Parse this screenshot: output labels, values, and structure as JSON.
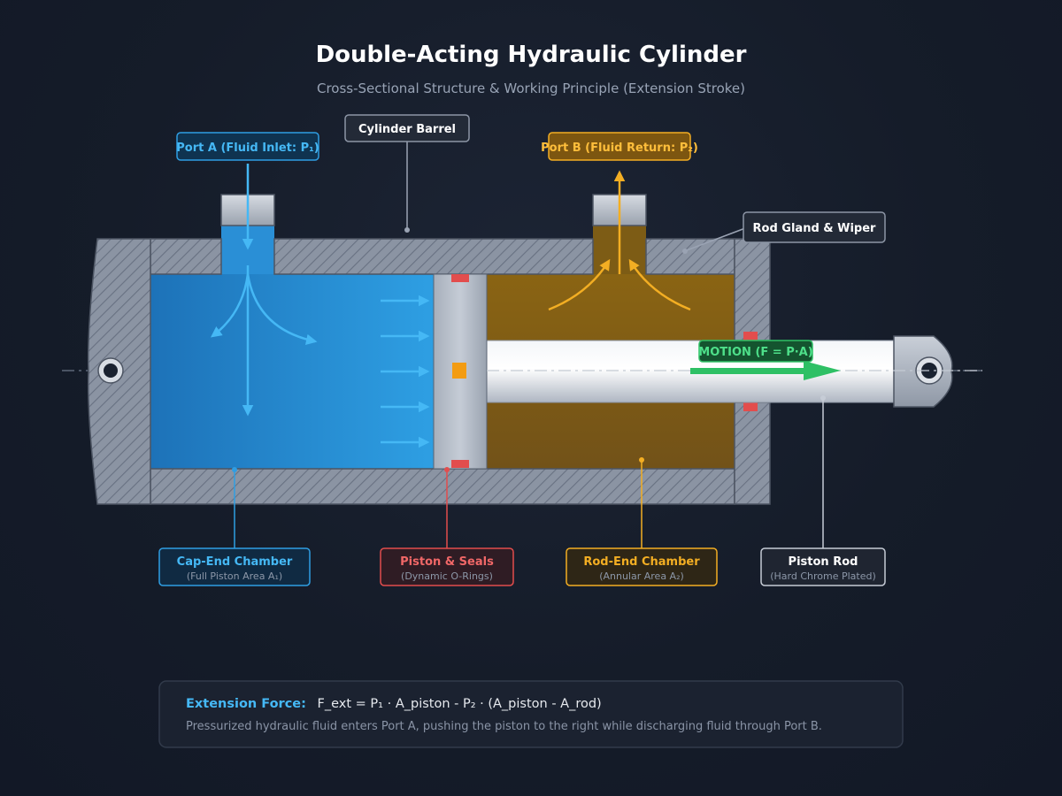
{
  "title": "Double-Acting Hydraulic Cylinder",
  "subtitle": "Cross-Sectional Structure & Working Principle (Extension Stroke)",
  "labels": {
    "port_a": "Port A (Fluid Inlet: P₁)",
    "port_b": "Port B (Fluid Return: P₂)",
    "barrel": "Cylinder Barrel",
    "gland": "Rod Gland & Wiper",
    "motion": "MOTION (F = P·A)",
    "cap_chamber": "Cap-End Chamber",
    "cap_chamber_sub": "(Full Piston Area A₁)",
    "piston": "Piston & Seals",
    "piston_sub": "(Dynamic O-Rings)",
    "rod_chamber": "Rod-End Chamber",
    "rod_chamber_sub": "(Annular Area A₂)",
    "rod": "Piston Rod",
    "rod_sub": "(Hard Chrome Plated)"
  },
  "formula": {
    "label": "Extension Force:",
    "equation": "F_ext = P₁ · A_piston - P₂ · (A_piston - A_rod)",
    "description": "Pressurized hydraulic fluid enters Port A, pushing the piston to the right while discharging fluid through Port B."
  },
  "colors": {
    "fluid_high": "#2a93d8",
    "fluid_low": "#8a6412",
    "accent_blue": "#33aef0",
    "accent_orange": "#f3ae23",
    "seal_red": "#e24d4d",
    "motion_green": "#2ec065"
  }
}
